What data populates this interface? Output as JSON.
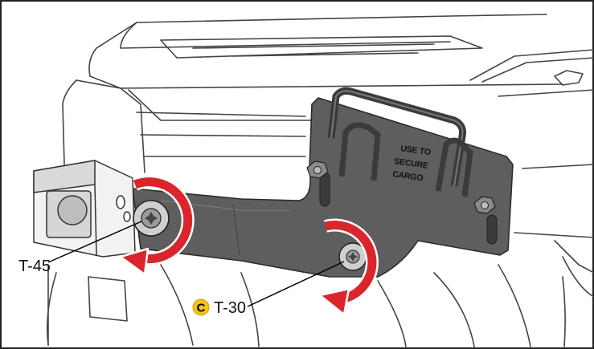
{
  "figure": {
    "callouts": [
      {
        "id": "t45",
        "label": "T-45",
        "tool": "Torx T-45"
      },
      {
        "id": "t30",
        "label": "T-30",
        "tool": "Torx T-30",
        "step_badge": "C"
      }
    ],
    "bracket_decal_lines": [
      "USE TO",
      "SECURE",
      "CARGO"
    ],
    "rotation_arrows": 2,
    "colors": {
      "arrow": "#d9252b",
      "arrow_outline": "#ffffff",
      "badge": "#f2c21b",
      "bracket": "#5a5a5a",
      "line_art": "#333333"
    },
    "icons": {
      "rotation": "counter-clockwise-arrow-icon",
      "fastener": "torx-screw-icon",
      "step": "step-badge-icon"
    }
  }
}
